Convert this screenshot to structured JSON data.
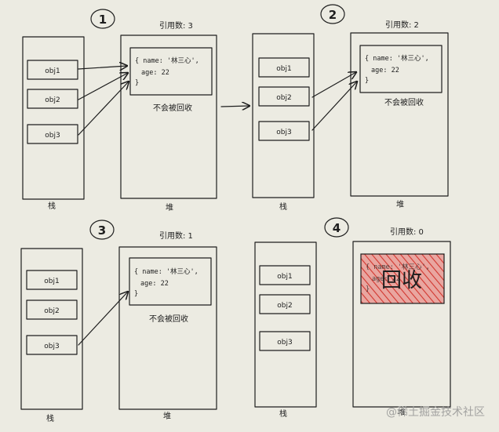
{
  "panels": [
    {
      "step": "1",
      "ref_count_label": "引用数: 3",
      "stack_items": [
        "obj1",
        "obj2",
        "obj3"
      ],
      "stack_label": "栈",
      "heap_object": {
        "line1": "{ name: '林三心',",
        "line2": "age: 22",
        "line3": "}"
      },
      "heap_note": "不会被回收",
      "heap_label": "堆"
    },
    {
      "step": "2",
      "ref_count_label": "引用数: 2",
      "stack_items": [
        "obj1",
        "obj2",
        "obj3"
      ],
      "stack_label": "栈",
      "heap_object": {
        "line1": "{ name: '林三心',",
        "line2": "age: 22",
        "line3": "}"
      },
      "heap_note": "不会被回收",
      "heap_label": "堆"
    },
    {
      "step": "3",
      "ref_count_label": "引用数: 1",
      "stack_items": [
        "obj1",
        "obj2",
        "obj3"
      ],
      "stack_label": "栈",
      "heap_object": {
        "line1": "{ name: '林三心',",
        "line2": "age: 22",
        "line3": "}"
      },
      "heap_note": "不会被回收",
      "heap_label": "堆"
    },
    {
      "step": "4",
      "ref_count_label": "引用数: 0",
      "stack_items": [
        "obj1",
        "obj2",
        "obj3"
      ],
      "stack_label": "栈",
      "heap_object": {
        "line1": "{ name: '林三心',",
        "line2": "age: 22",
        "line3": "}"
      },
      "heap_note": "",
      "recycled_label": "回收",
      "heap_label": "堆"
    }
  ],
  "colors": {
    "recycled_fill": "#e8a39e",
    "hatch": "#d2362f",
    "ink": "#1e1e1e",
    "background": "#ecebe2"
  },
  "watermark": "@稀土掘金技术社区"
}
